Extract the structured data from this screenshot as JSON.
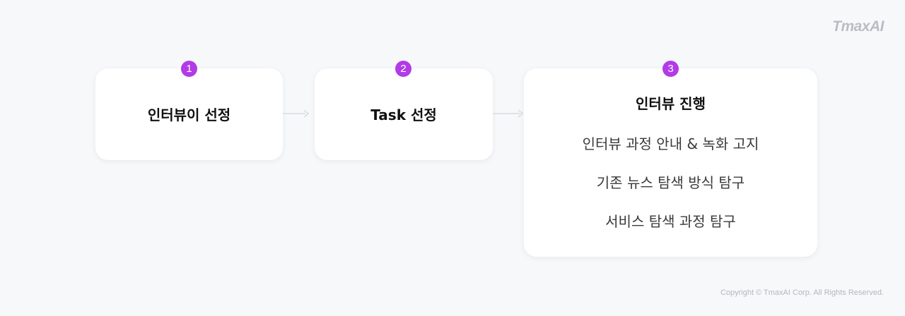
{
  "logo": "TmaxAI",
  "steps": [
    {
      "number": "1",
      "title": "인터뷰이 선정"
    },
    {
      "number": "2",
      "title": "Task 선정"
    },
    {
      "number": "3",
      "title": "인터뷰 진행",
      "items": [
        "인터뷰 과정 안내 & 녹화 고지",
        "기존 뉴스 탐색 방식 탐구",
        "서비스 탐색 과정 탐구"
      ]
    }
  ],
  "copyright": "Copyright © TmaxAI Corp. All Rights Reserved.",
  "colors": {
    "badge": "#b23be8",
    "arrow": "#dfe1e5",
    "background": "#f7f8fa"
  }
}
